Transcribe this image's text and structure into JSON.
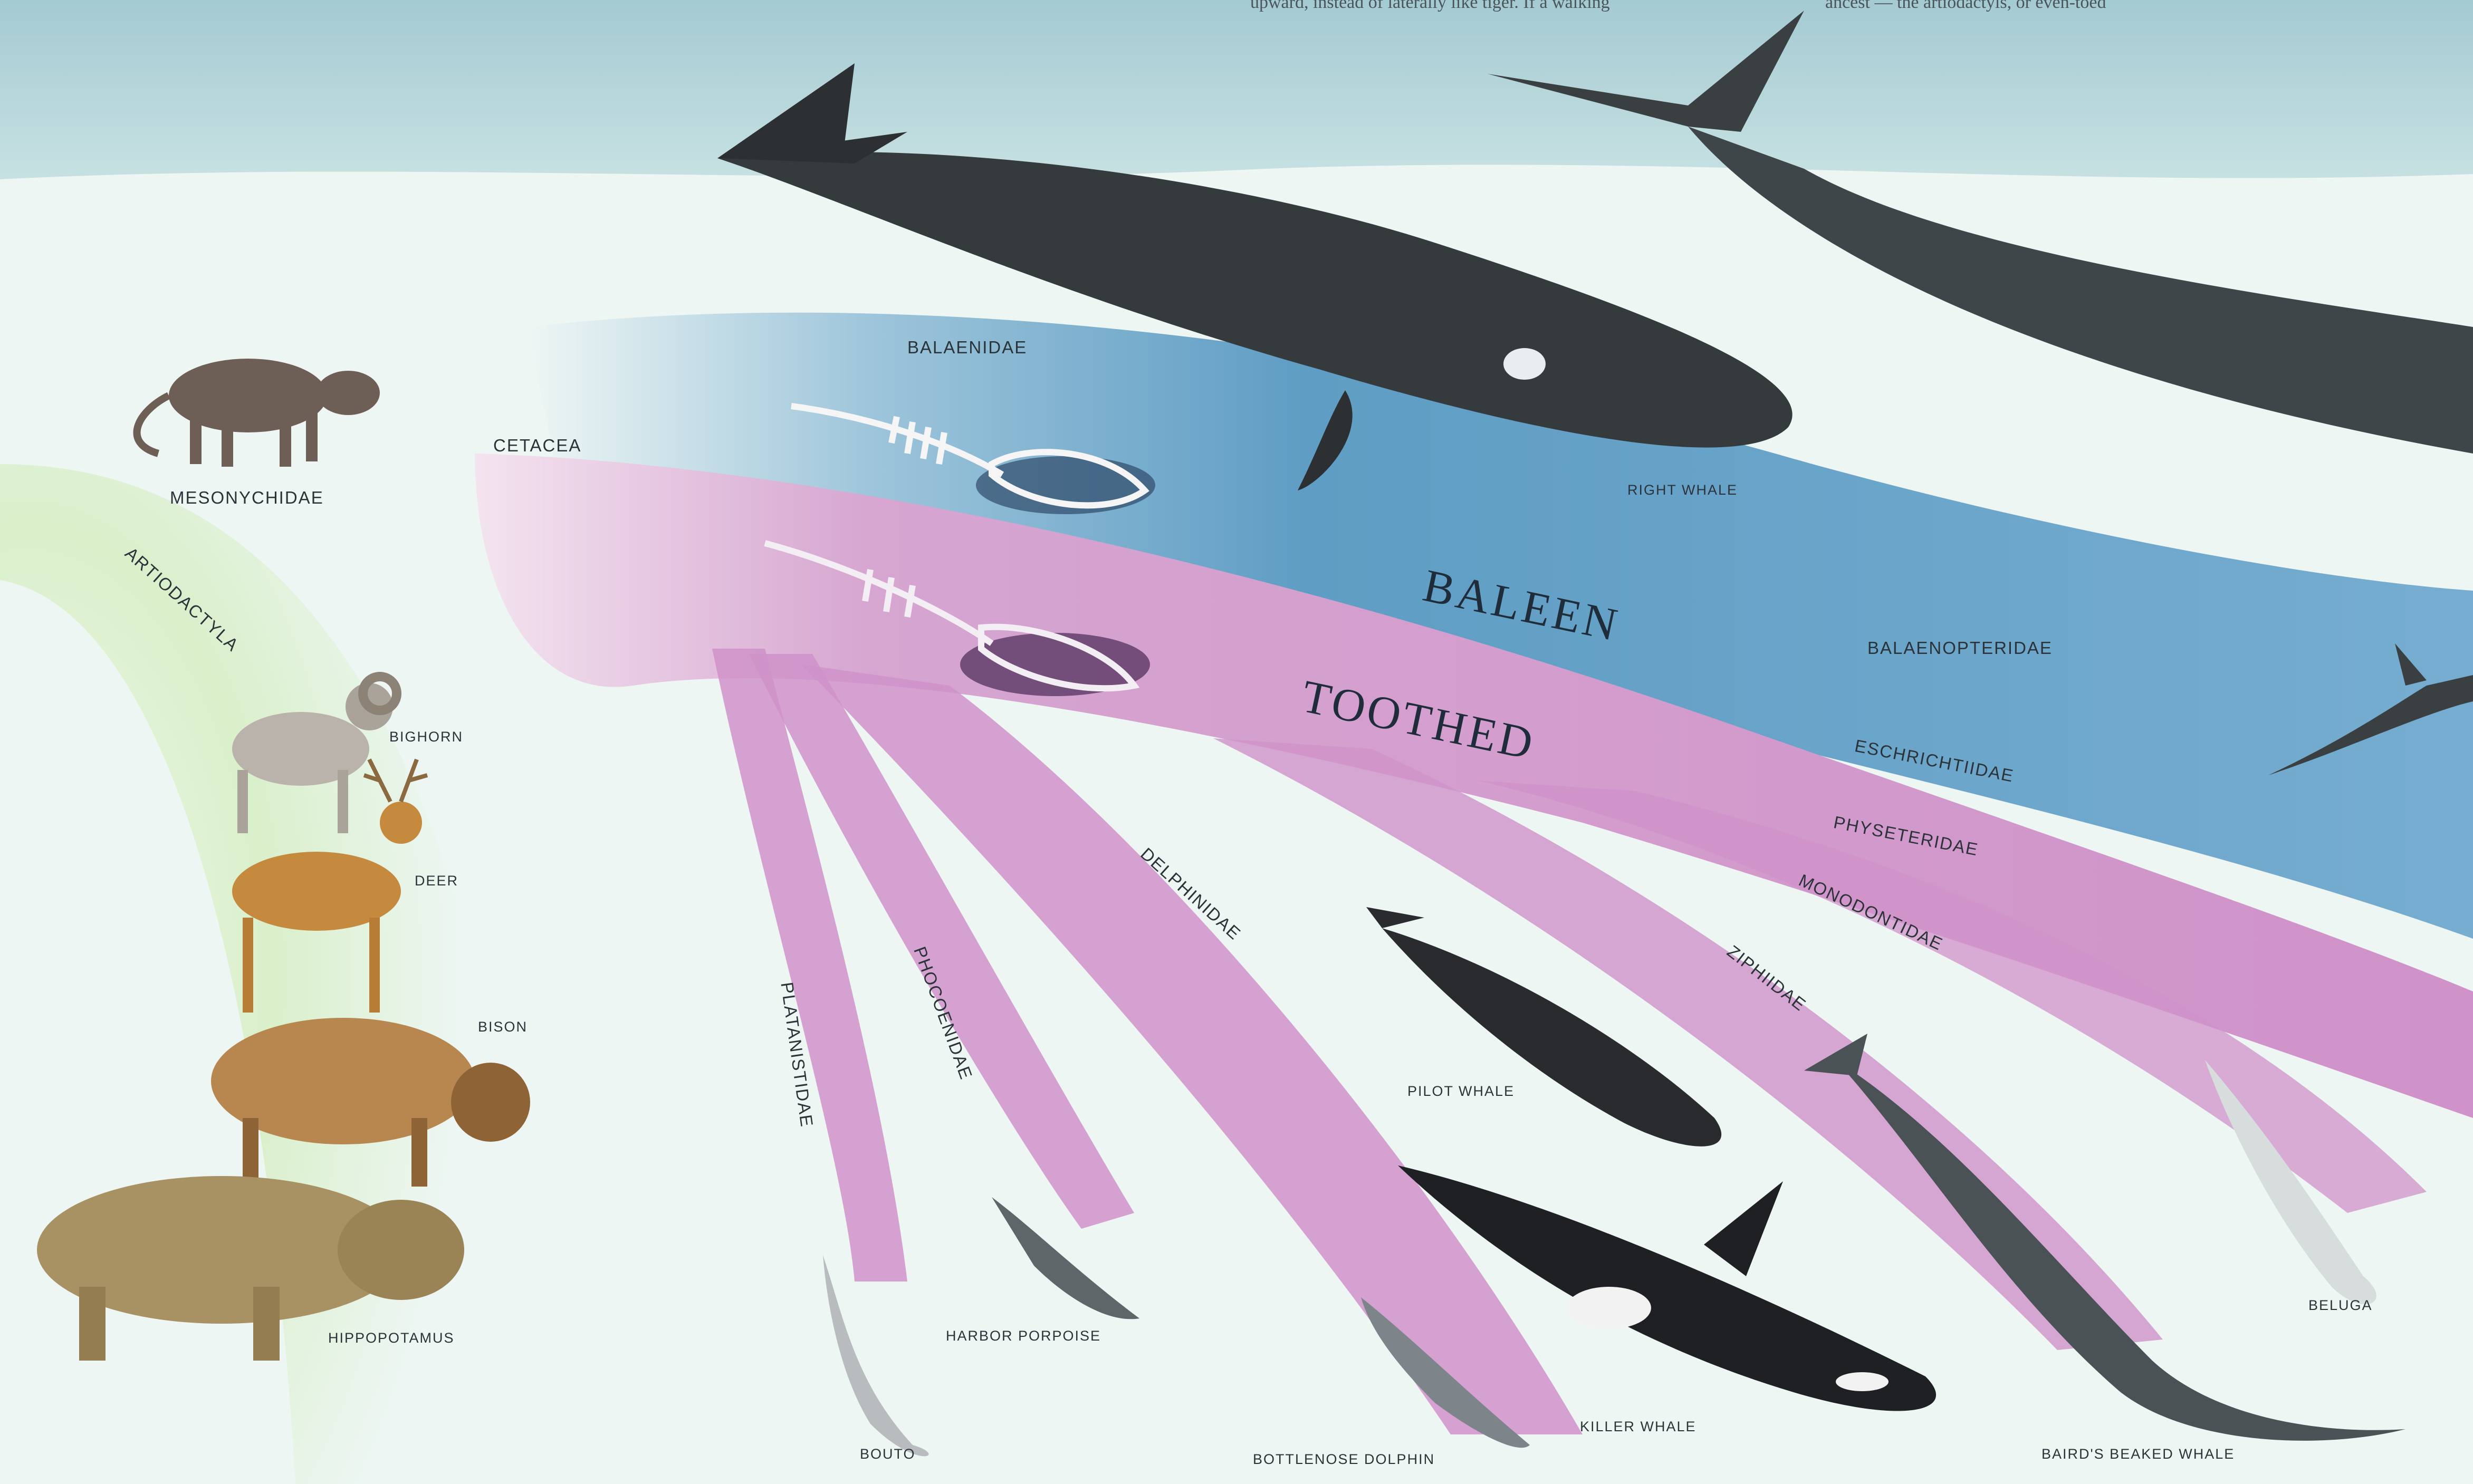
{
  "top_caption": {
    "left": "upward, instead of laterally like tiger. If a walking",
    "right": "ancest — the artiodactyls, or even-toed"
  },
  "groups": {
    "cetacea": "CETACEA",
    "mesonychidae": "MESONYCHIDAE",
    "artiodactyla": "ARTIODACTYLA",
    "baleen": "BALEEN",
    "toothed": "TOOTHED"
  },
  "families": {
    "balaenidae": "BALAENIDAE",
    "balaenopteridae": "BALAENOPTERIDAE",
    "eschrichtiidae": "ESCHRICHTIIDAE",
    "physeteridae": "PHYSETERIDAE",
    "monodontidae": "MONODONTIDAE",
    "ziphiidae": "ZIPHIIDAE",
    "delphinidae": "DELPHINIDAE",
    "phocoenidae": "PHOCOENIDAE",
    "platanistidae": "PLATANISTIDAE"
  },
  "animals": {
    "bighorn": "BIGHORN",
    "deer": "DEER",
    "bison": "BISON",
    "hippopotamus": "HIPPOPOTAMUS",
    "right_whale": "RIGHT WHALE",
    "pilot_whale": "PILOT WHALE",
    "killer_whale": "KILLER WHALE",
    "bottlenose_dolphin": "BOTTLENOSE DOLPHIN",
    "harbor_porpoise": "HARBOR PORPOISE",
    "bouto": "BOUTO",
    "bairds_beaked_whale": "BAIRD'S BEAKED WHALE",
    "beluga": "BELUGA"
  },
  "colors": {
    "sky": "#a9cfd6",
    "ground": "#eef6f4",
    "baleen_band": "#6fa8c8",
    "toothed_band": "#c887c3",
    "artiodactyl_band": "#cdeab9"
  }
}
